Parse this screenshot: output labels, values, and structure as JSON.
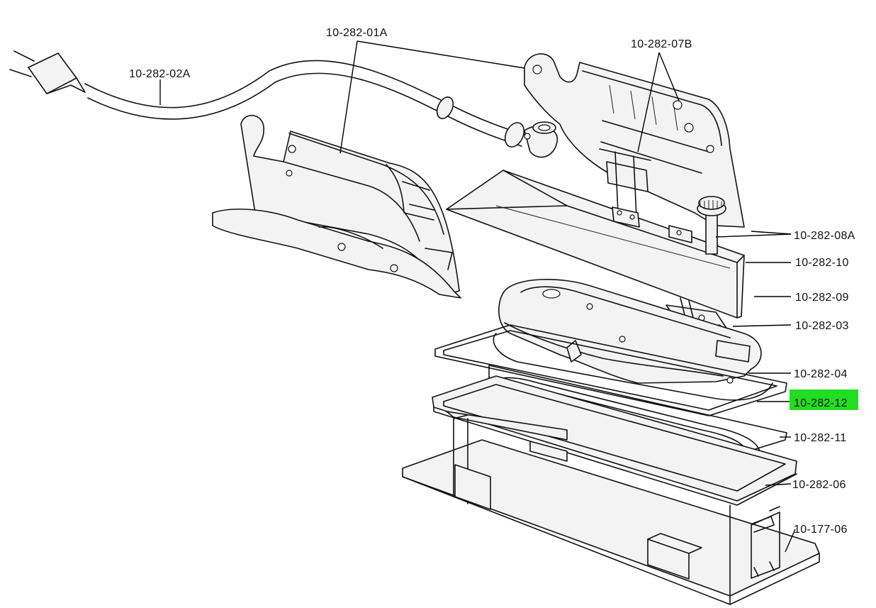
{
  "labels": {
    "cord": "10-282-02A",
    "handle": "10-282-01A",
    "bracket": "10-282-07B",
    "post": "10-282-08A",
    "plate_10": "10-282-10",
    "cover_09": "10-282-09",
    "thermostat_03": "10-282-03",
    "element_04": "10-282-04",
    "element_12": "10-282-12",
    "gasket_11": "10-282-11",
    "frame_06": "10-282-06",
    "base_177": "10-177-06"
  },
  "highlight": {
    "part": "10-282-12",
    "color": "#22dd22"
  }
}
